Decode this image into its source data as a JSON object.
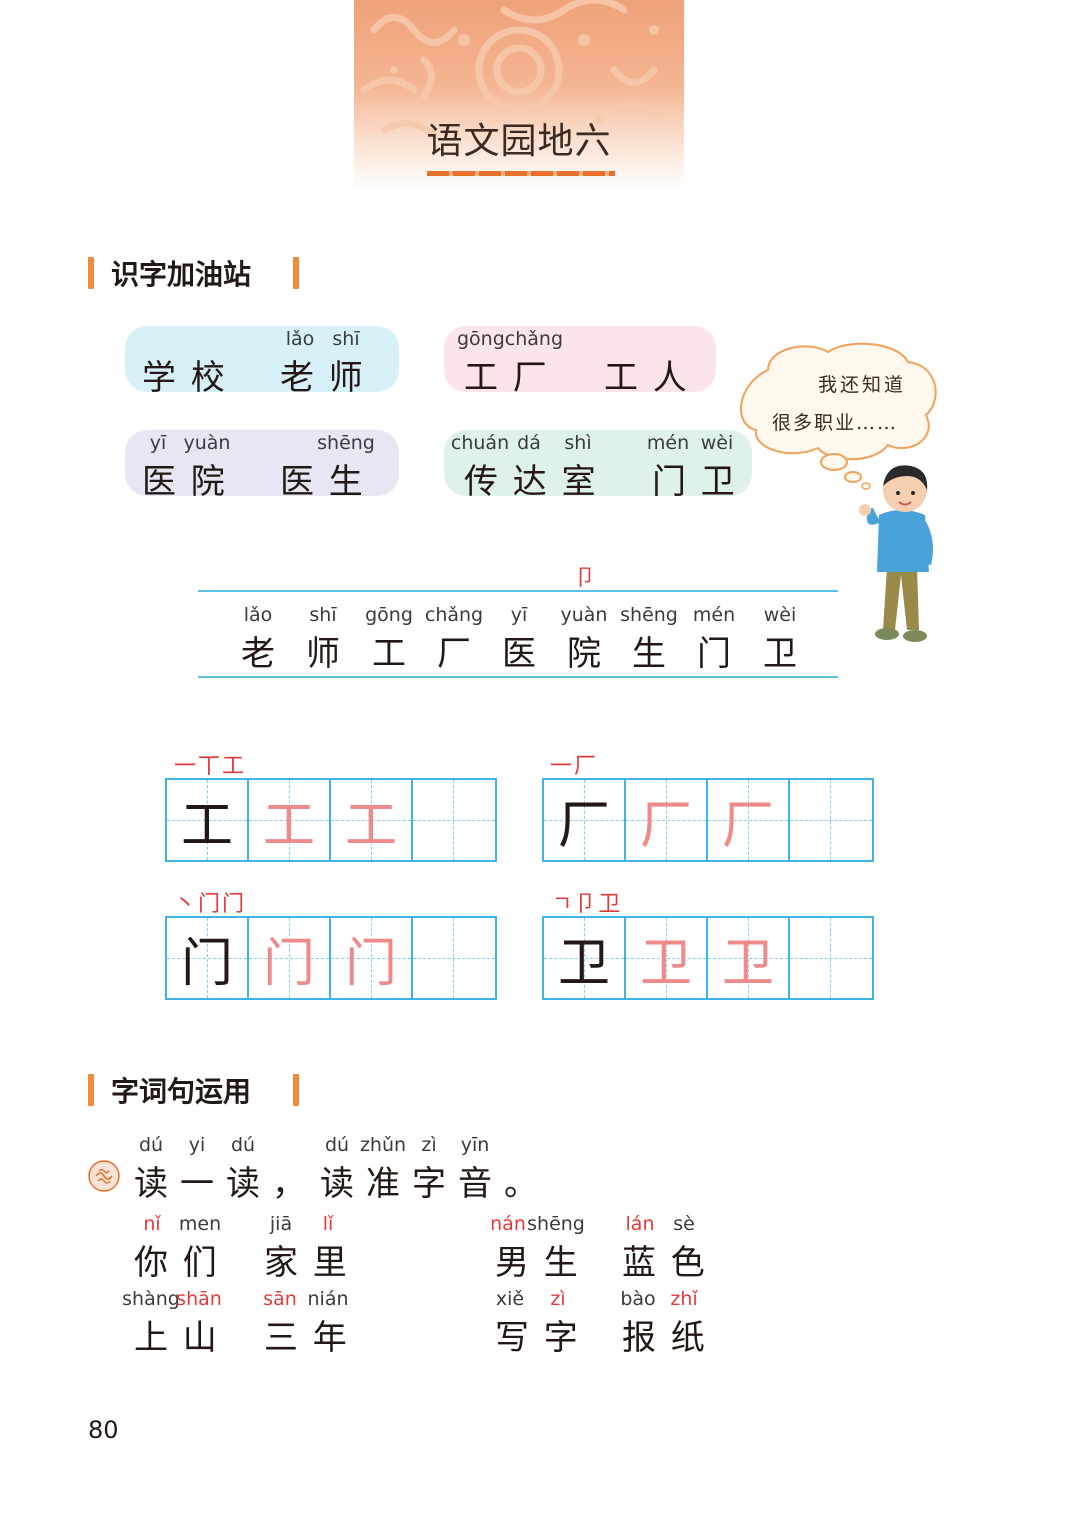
{
  "header": {
    "title": "语文园地六"
  },
  "section1": {
    "heading": "识字加油站",
    "cards": [
      {
        "pinyin": [
          "lǎo",
          "shī"
        ],
        "words": [
          "学 校",
          "老 师"
        ]
      },
      {
        "pinyin": [
          "gōngchǎng"
        ],
        "words": [
          "工 厂",
          "工 人"
        ]
      },
      {
        "pinyin": [
          "yī",
          "yuàn",
          "shēng"
        ],
        "words": [
          "医 院",
          "医 生"
        ]
      },
      {
        "pinyin": [
          "chuán",
          "dá",
          "shì",
          "mén",
          "wèi"
        ],
        "words": [
          "传 达 室",
          "门 卫"
        ]
      }
    ],
    "bubble": {
      "line1": "我还知道",
      "line2": "很多职业……"
    },
    "radical": "卩",
    "strip": [
      {
        "py": "lǎo",
        "hz": "老"
      },
      {
        "py": "shī",
        "hz": "师"
      },
      {
        "py": "gōng",
        "hz": "工"
      },
      {
        "py": "chǎng",
        "hz": "厂"
      },
      {
        "py": "yī",
        "hz": "医"
      },
      {
        "py": "yuàn",
        "hz": "院"
      },
      {
        "py": "shēng",
        "hz": "生"
      },
      {
        "py": "mén",
        "hz": "门"
      },
      {
        "py": "wèi",
        "hz": "卫"
      }
    ],
    "writing": [
      {
        "strokes": "一丅工",
        "char": "工"
      },
      {
        "strokes": "一厂",
        "char": "厂"
      },
      {
        "strokes": "丶门门",
        "char": "门"
      },
      {
        "strokes": "ㄱ卩卫",
        "char": "卫"
      }
    ]
  },
  "section2": {
    "heading": "字词句运用",
    "instruction": {
      "pinyin": [
        "dú",
        "yi",
        "dú",
        "dú",
        "zhǔn",
        "zì",
        "yīn"
      ],
      "text": [
        "读",
        "一",
        "读",
        "，",
        "读",
        "准",
        "字",
        "音",
        "。"
      ]
    },
    "words": [
      {
        "py": [
          "nǐ",
          "men"
        ],
        "hz": "你 们"
      },
      {
        "py": [
          "jiā",
          "lǐ"
        ],
        "hz": "家 里"
      },
      {
        "py": [
          "nán",
          "shēng"
        ],
        "hz": "男 生"
      },
      {
        "py": [
          "lán",
          "sè"
        ],
        "hz": "蓝 色"
      },
      {
        "py": [
          "shàng",
          "shān"
        ],
        "hz": "上 山"
      },
      {
        "py": [
          "sān",
          "nián"
        ],
        "hz": "三 年"
      },
      {
        "py": [
          "xiě",
          "zì"
        ],
        "hz": "写 字"
      },
      {
        "py": [
          "bào",
          "zhǐ"
        ],
        "hz": "报 纸"
      }
    ]
  },
  "footer": {
    "page_number": "80"
  },
  "colors": {
    "accent_orange": "#f08a3c",
    "grid_blue": "#3fb4e3",
    "pinyin_red": "#e23a3a",
    "trace_pink": "#ef8a8a"
  }
}
